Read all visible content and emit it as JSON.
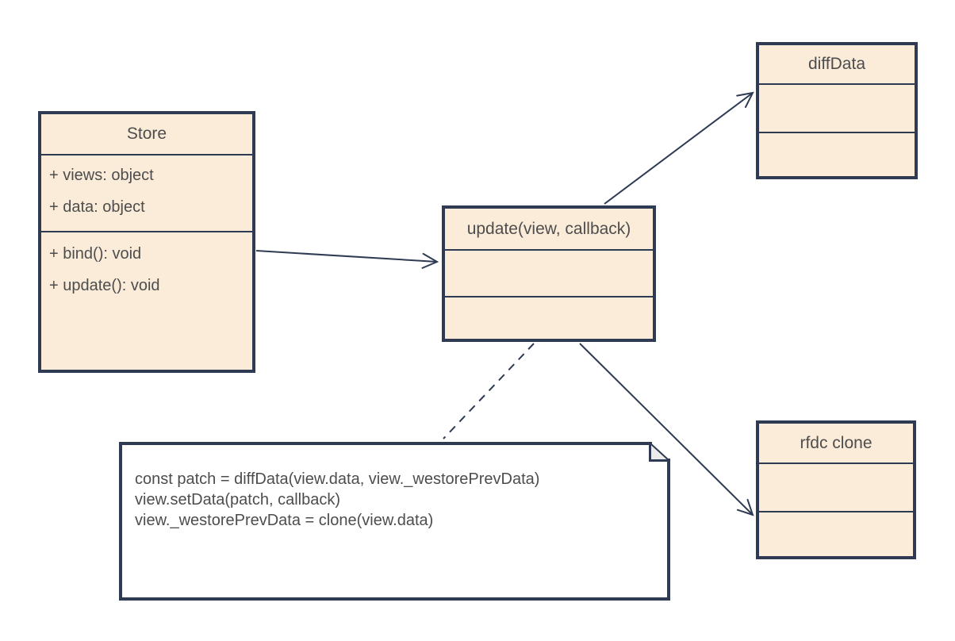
{
  "colors": {
    "box_fill": "#fbecd9",
    "box_border": "#2f3b52",
    "text_color": "#4d4d4d",
    "note_fill": "#ffffff",
    "note_fold_fill": "#ececec",
    "canvas_bg": "#ffffff"
  },
  "classes": [
    {
      "title": "Store",
      "attributes": [
        "+ views: object",
        "+ data: object"
      ],
      "methods": [
        "+ bind(): void",
        "+ update(): void"
      ]
    },
    {
      "title": "update(view, callback)",
      "attributes": [],
      "methods": []
    },
    {
      "title": "diffData",
      "attributes": [],
      "methods": []
    },
    {
      "title": "rfdc clone",
      "attributes": [],
      "methods": []
    }
  ],
  "note": {
    "lines": [
      "const patch = diffData(view.data, view._westorePrevData)",
      "view.setData(patch, callback)",
      "view._westorePrevData = clone(view.data)"
    ]
  },
  "edges": [
    {
      "from": "Store",
      "to": "update(view, callback)",
      "type": "solid-arrow"
    },
    {
      "from": "update(view, callback)",
      "to": "diffData",
      "type": "solid-arrow"
    },
    {
      "from": "update(view, callback)",
      "to": "rfdc clone",
      "type": "solid-arrow"
    },
    {
      "from": "update(view, callback)",
      "to": "note",
      "type": "dashed-line"
    }
  ]
}
